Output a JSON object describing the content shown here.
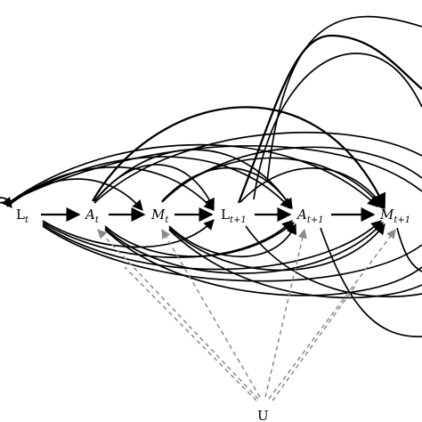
{
  "diagram": {
    "nodes": [
      {
        "id": "Lt",
        "main": "L",
        "sub": "t",
        "italic": false
      },
      {
        "id": "At",
        "main": "A",
        "sub": "t",
        "italic": true
      },
      {
        "id": "Mt",
        "main": "M",
        "sub": "t",
        "italic": true
      },
      {
        "id": "Lt1",
        "main": "L",
        "sub": "t+1",
        "italic": false
      },
      {
        "id": "At1",
        "main": "A",
        "sub": "t+1",
        "italic": true
      },
      {
        "id": "Mt1",
        "main": "M",
        "sub": "t+1",
        "italic": true
      },
      {
        "id": "U",
        "main": "U",
        "sub": "",
        "italic": false
      }
    ],
    "edges_solid": [
      [
        "Lt",
        "At"
      ],
      [
        "At",
        "Mt"
      ],
      [
        "Mt",
        "Lt1"
      ],
      [
        "Lt1",
        "At1"
      ],
      [
        "At1",
        "Mt1"
      ],
      [
        "Lt",
        "Mt"
      ],
      [
        "Lt",
        "Lt1"
      ],
      [
        "Lt",
        "At1"
      ],
      [
        "Lt",
        "Mt1"
      ],
      [
        "At",
        "Lt1"
      ],
      [
        "At",
        "At1"
      ],
      [
        "At",
        "Mt1"
      ],
      [
        "Mt",
        "At1"
      ],
      [
        "Mt",
        "Mt1"
      ],
      [
        "Lt1",
        "Mt1"
      ]
    ],
    "edges_dashed": [
      [
        "U",
        "At"
      ],
      [
        "U",
        "Mt"
      ],
      [
        "U",
        "At1"
      ],
      [
        "U",
        "Mt1"
      ]
    ],
    "colors": {
      "edge": "#000000",
      "dashed_edge": "#8a8a8a",
      "background": "#ffffff"
    }
  }
}
